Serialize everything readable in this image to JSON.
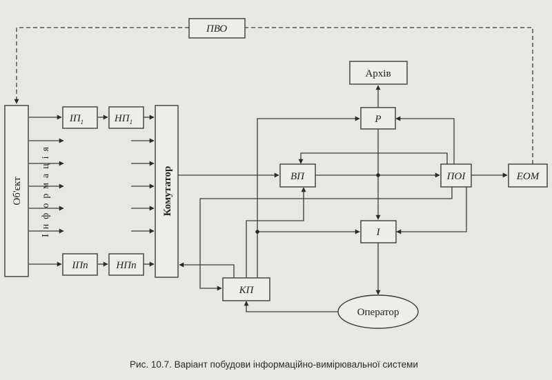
{
  "blocks": {
    "pvo": "ПВО",
    "object": "Об'єкт",
    "info": "Інформація",
    "ip1": "ІП",
    "ip1_sub": "1",
    "np1": "НП",
    "np1_sub": "1",
    "ipn": "ІПn",
    "npn": "НПn",
    "komutator": "Комутатор",
    "arkhiv": "Архів",
    "r": "Р",
    "vp": "ВП",
    "poi": "ПОІ",
    "eom": "ЕОМ",
    "i": "І",
    "kp": "КП",
    "operator": "Оператор"
  },
  "caption": "Рис. 10.7. Варіант побудови інформаційно-вимірювальної системи",
  "colors": {
    "line": "#3a3a3a",
    "paper": "#e9e7e1"
  }
}
